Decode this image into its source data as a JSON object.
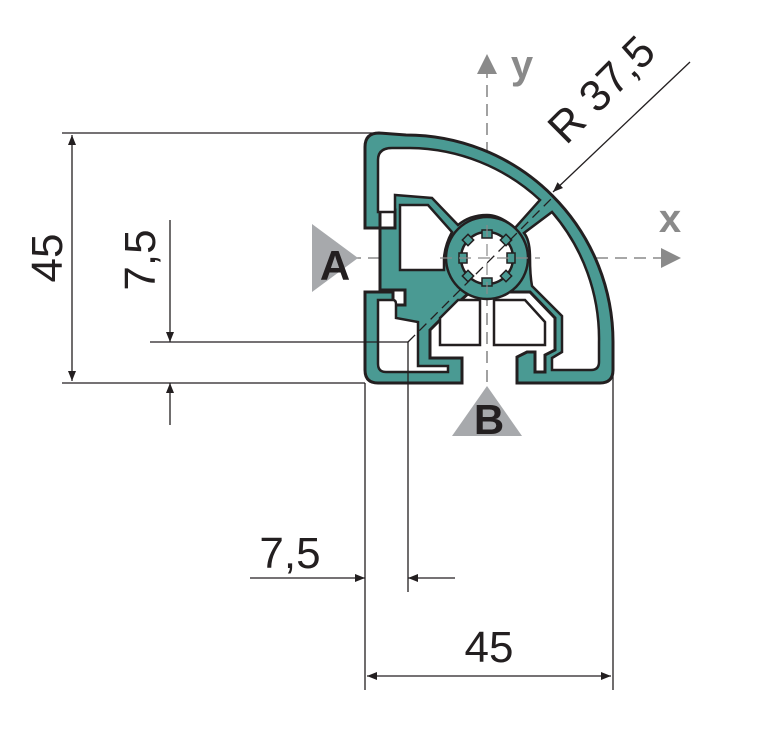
{
  "dimensions": {
    "height_total": "45",
    "width_total": "45",
    "offset_vertical": "7,5",
    "offset_horizontal": "7,5",
    "radius": "R 37,5"
  },
  "axes": {
    "x_label": "x",
    "y_label": "y"
  },
  "slot_markers": {
    "a": "A",
    "b": "B"
  },
  "colors": {
    "profile_fill": "#4a9a93",
    "outline": "#231f20",
    "axis": "#8a8a8a"
  }
}
